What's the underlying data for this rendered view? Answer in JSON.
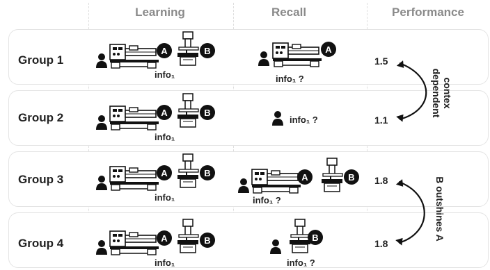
{
  "columns": {
    "learning": "Learning",
    "recall": "Recall",
    "performance": "Performance"
  },
  "groups": [
    {
      "label": "Group 1",
      "learning_info": "info₁",
      "recall_info": "info₁ ?",
      "performance": "1.5"
    },
    {
      "label": "Group 2",
      "learning_info": "info₁",
      "recall_info": "info₁ ?",
      "performance": "1.1"
    },
    {
      "label": "Group 3",
      "learning_info": "info₁",
      "recall_info": "info₁ ?",
      "performance": "1.8"
    },
    {
      "label": "Group 4",
      "learning_info": "info₁",
      "recall_info": "info₁ ?",
      "performance": "1.8"
    }
  ],
  "badges": {
    "a": "A",
    "b": "B"
  },
  "annotations": {
    "context_line1": "contex",
    "context_line2": "dependent",
    "outshine": "B outshines A"
  }
}
